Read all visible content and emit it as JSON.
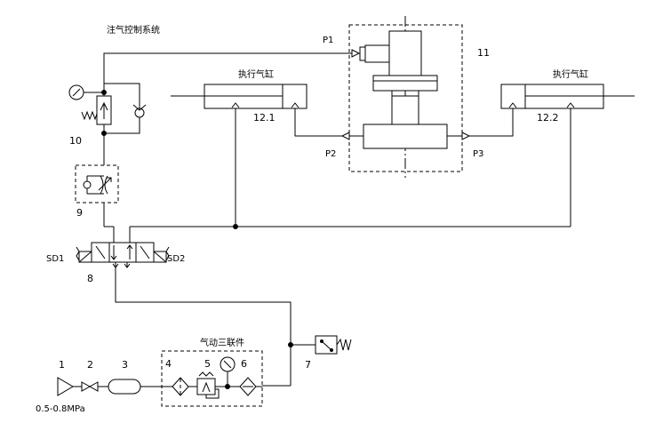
{
  "diagram": {
    "title": "注气控制系统",
    "labels": {
      "triple_unit": "气动三联件",
      "cyl_left": "执行气缸",
      "cyl_right": "执行气缸",
      "cyl_left_num": "12.1",
      "cyl_right_num": "12.2",
      "p1": "P1",
      "p2": "P2",
      "p3": "P3",
      "n11": "11",
      "n10": "10",
      "n9": "9",
      "n8": "8",
      "n7": "7",
      "n1": "1",
      "n2": "2",
      "n3": "3",
      "n4": "4",
      "n5": "5",
      "n6": "6",
      "sd1": "SD1",
      "sd2": "SD2",
      "pressure": "0.5-0.8MPa"
    }
  }
}
